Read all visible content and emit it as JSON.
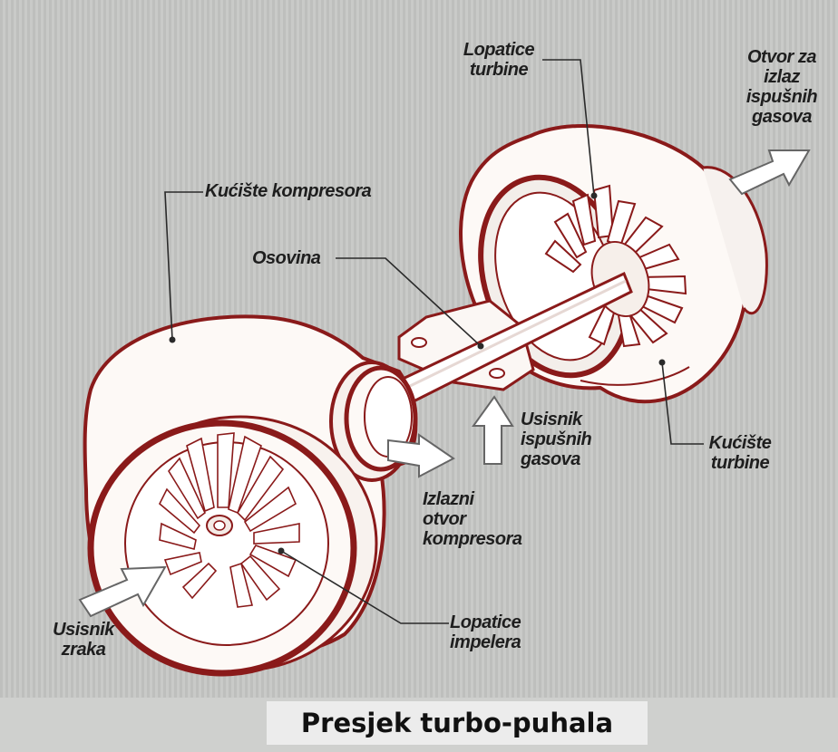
{
  "labels": {
    "turbine_blades": [
      "Lopatice",
      "turbine"
    ],
    "exhaust_outlet": [
      "Otvor za",
      "izlaz",
      "ispušnih",
      "gasova"
    ],
    "compressor_housing": "Kućište kompresora",
    "shaft": "Osovina",
    "exhaust_inlet": [
      "Usisnik",
      "ispušnih",
      "gasova"
    ],
    "turbine_housing": [
      "Kućište",
      "turbine"
    ],
    "compressor_outlet": [
      "Izlazni",
      "otvor",
      "kompresora"
    ],
    "impeller_blades": [
      "Lopatice",
      "impelera"
    ],
    "air_inlet": [
      "Usisnik",
      "zraka"
    ]
  },
  "caption": "Presjek turbo-puhala",
  "colors": {
    "background": "#c8c9c7",
    "housing_fill": "#fdf9f6",
    "outline": "#8a1a1a",
    "leader_line": "#2a2a2a",
    "arrow_fill": "#ffffff",
    "caption_bg": "#ececec"
  }
}
